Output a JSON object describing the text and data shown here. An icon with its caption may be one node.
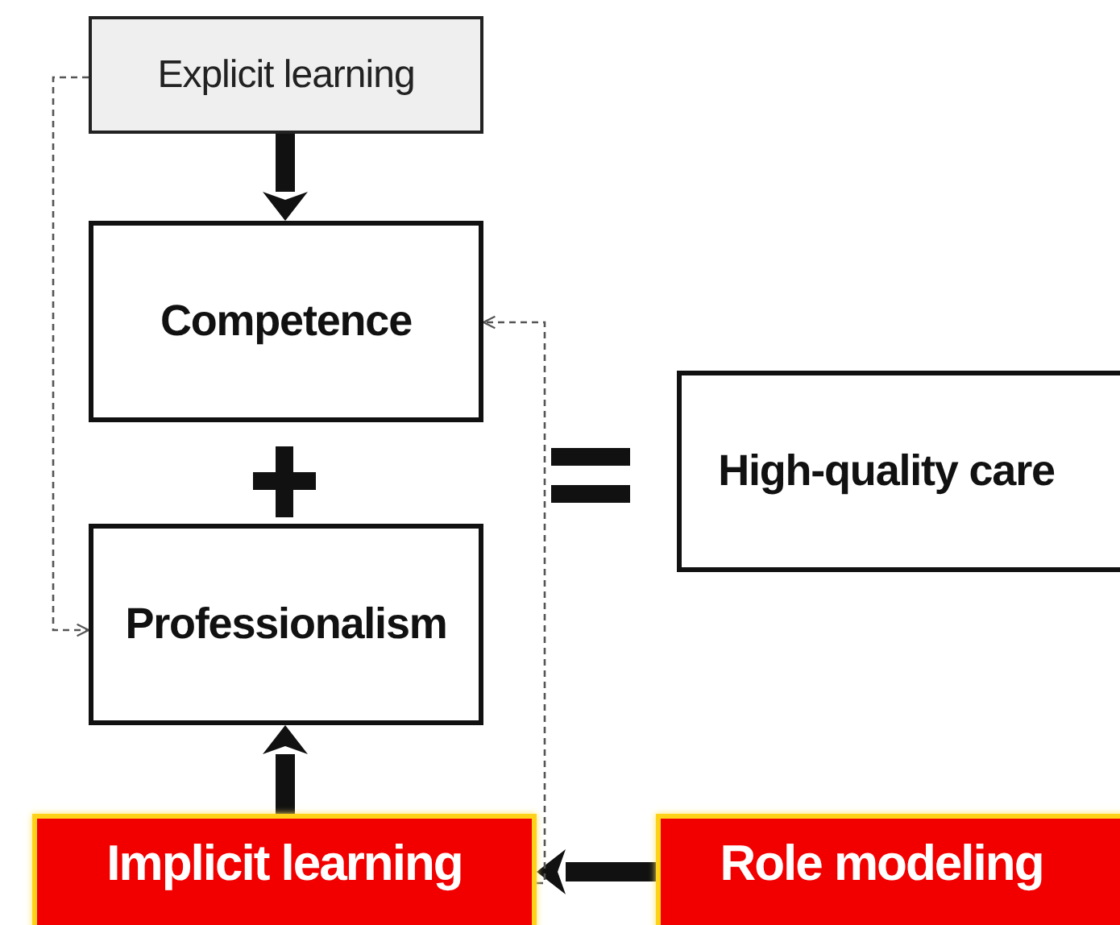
{
  "diagram": {
    "nodes": [
      {
        "text": [
          "Explicit learning"
        ]
      },
      {
        "text": [
          "Competence"
        ]
      },
      {
        "text": [
          "Professionalism"
        ]
      },
      {
        "text": [
          "High-quality care"
        ]
      },
      {
        "text": [
          "Implicit learning"
        ]
      },
      {
        "text": [
          "Role modeling"
        ]
      }
    ],
    "edges": [
      {
        "from": 0,
        "to": 1,
        "arrow": "to"
      },
      {
        "from": 4,
        "to": 2,
        "arrow": "to"
      },
      {
        "from": 5,
        "to": 4,
        "arrow": "to"
      },
      {
        "from": 0,
        "to": 2,
        "arrow": "to",
        "style": "dashed",
        "color": "#555555"
      },
      {
        "from": 4,
        "to": 1,
        "arrow": "to",
        "style": "dashed",
        "color": "#555555"
      }
    ]
  }
}
